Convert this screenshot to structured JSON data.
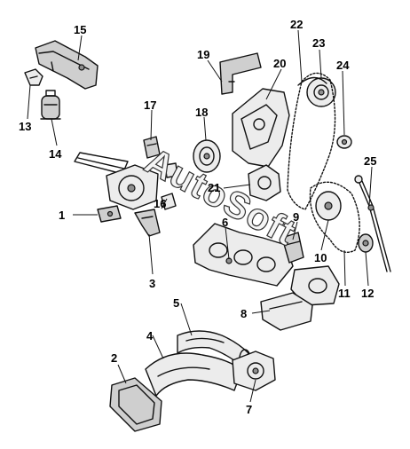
{
  "watermark": {
    "text": "AutoSoft"
  },
  "colors": {
    "line": "#111111",
    "fill": "#cfcfcf",
    "light": "#ececec",
    "background": "#ffffff"
  },
  "part_labels": {
    "p1": "1",
    "p2": "2",
    "p3": "3",
    "p4": "4",
    "p5": "5",
    "p6": "6",
    "p7": "7",
    "p8": "8",
    "p9": "9",
    "p10": "10",
    "p11": "11",
    "p12": "12",
    "p13": "13",
    "p14": "14",
    "p15": "15",
    "p16": "16",
    "p17": "17",
    "p18": "18",
    "p19": "19",
    "p20": "20",
    "p21": "21",
    "p22": "22",
    "p23": "23",
    "p24": "24",
    "p25": "25"
  }
}
